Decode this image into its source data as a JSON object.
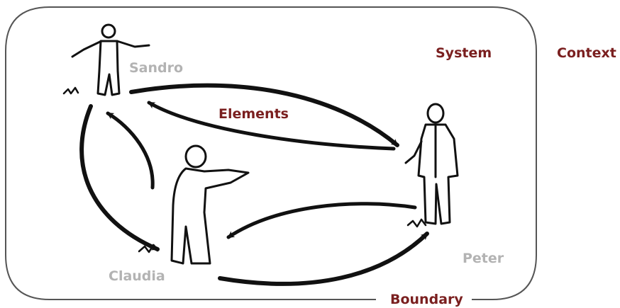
{
  "diagram": {
    "people": [
      {
        "id": "sandro",
        "name": "Sandro"
      },
      {
        "id": "claudia",
        "name": "Claudia"
      },
      {
        "id": "peter",
        "name": "Peter"
      }
    ],
    "concepts": {
      "system": "System",
      "context": "Context",
      "elements": "Elements",
      "boundary": "Boundary"
    },
    "colors": {
      "name_text": "#b3b3b3",
      "concept_text": "#7a1f1f",
      "ink": "#111111",
      "boundary_line": "#555555"
    }
  }
}
